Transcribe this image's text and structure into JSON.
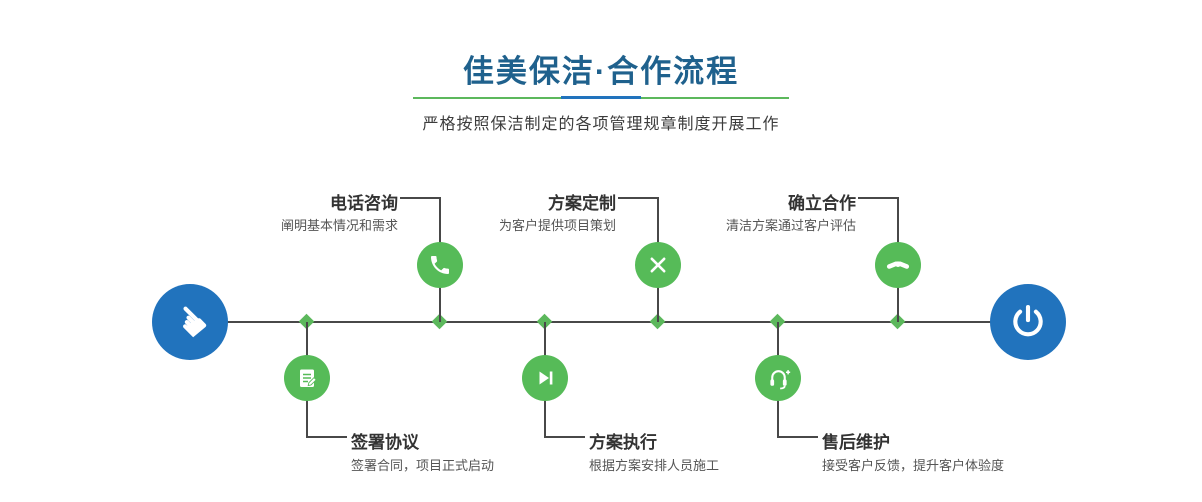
{
  "header": {
    "title": "佳美保洁·合作流程",
    "subtitle": "严格按照保洁制定的各项管理规章制度开展工作"
  },
  "colors": {
    "title_blue": "#1f618d",
    "step_green": "#56bb58",
    "endpoint_blue": "#2173bd",
    "line_dark": "#484848"
  },
  "timeline": {
    "start_icon": "pointing-hand-icon",
    "end_icon": "power-icon"
  },
  "steps_top": [
    {
      "title": "电话咨询",
      "desc": "阐明基本情况和需求",
      "icon": "phone-icon"
    },
    {
      "title": "方案定制",
      "desc": "为客户提供项目策划",
      "icon": "crossed-pencils-icon"
    },
    {
      "title": "确立合作",
      "desc": "清洁方案通过客户评估",
      "icon": "handshake-icon"
    }
  ],
  "steps_bottom": [
    {
      "title": "签署协议",
      "desc": "签署合同，项目正式启动",
      "icon": "contract-icon"
    },
    {
      "title": "方案执行",
      "desc": "根据方案安排人员施工",
      "icon": "play-next-icon"
    },
    {
      "title": "售后维护",
      "desc": "接受客户反馈，提升客户体验度",
      "icon": "headset-icon"
    }
  ]
}
